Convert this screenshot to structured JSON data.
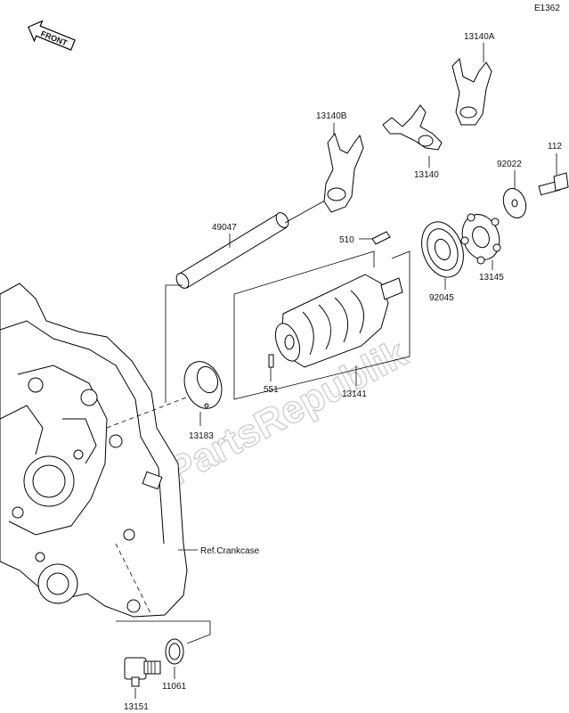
{
  "diagram_code": "E1362",
  "front_label": "FRONT",
  "watermark": "PartsRepublik",
  "ref_label": "Ref.Crankcase",
  "parts": {
    "fork_a": "13140A",
    "fork_b": "13140B",
    "fork": "13140",
    "bolt": "112",
    "washer": "92022",
    "shaft": "49047",
    "key": "510",
    "bearing": "92045",
    "cam": "13145",
    "pin": "551",
    "drum": "13141",
    "plate": "13183",
    "gasket": "11061",
    "switch": "13151"
  }
}
